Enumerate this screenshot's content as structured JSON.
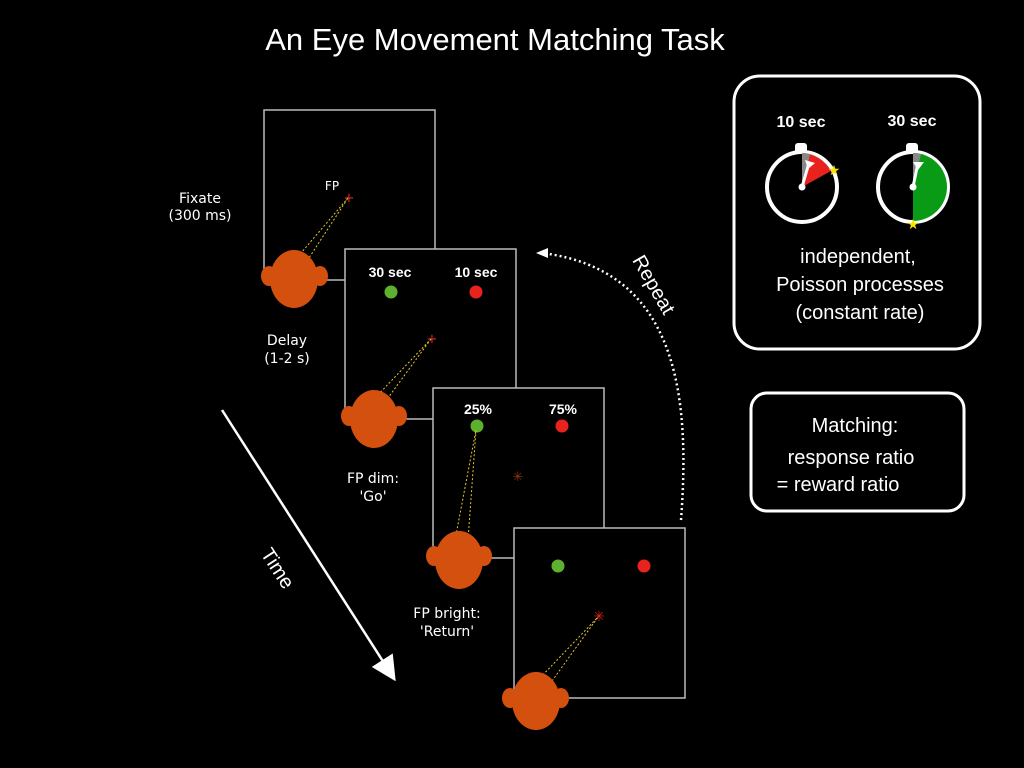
{
  "title": "An Eye Movement Matching Task",
  "colors": {
    "head": "#d4500e",
    "green": "#5db12e",
    "red": "#e8231e",
    "clock_green": "#0a9b16",
    "star": "#f5e600",
    "fp_line": "#e6c62a"
  },
  "steps": {
    "fixate": {
      "label": "Fixate",
      "duration": "(300 ms)",
      "fp_label": "FP"
    },
    "delay": {
      "label": "Delay",
      "duration": "(1-2 s)",
      "left_target": "30 sec",
      "right_target": "10 sec"
    },
    "go": {
      "label": "FP dim:",
      "sublabel": "'Go'",
      "left_prob": "25%",
      "right_prob": "75%"
    },
    "return": {
      "label": "FP bright:",
      "sublabel": "'Return'"
    }
  },
  "time_label": "Time",
  "repeat_label": "Repeat",
  "clocks_box": {
    "clock_left_label": "10 sec",
    "clock_right_label": "30 sec",
    "line1": "independent,",
    "line2": "Poisson processes",
    "line3": "(constant rate)"
  },
  "matching_box": {
    "line1": "Matching:",
    "line2": "response ratio",
    "line3": "= reward ratio"
  }
}
